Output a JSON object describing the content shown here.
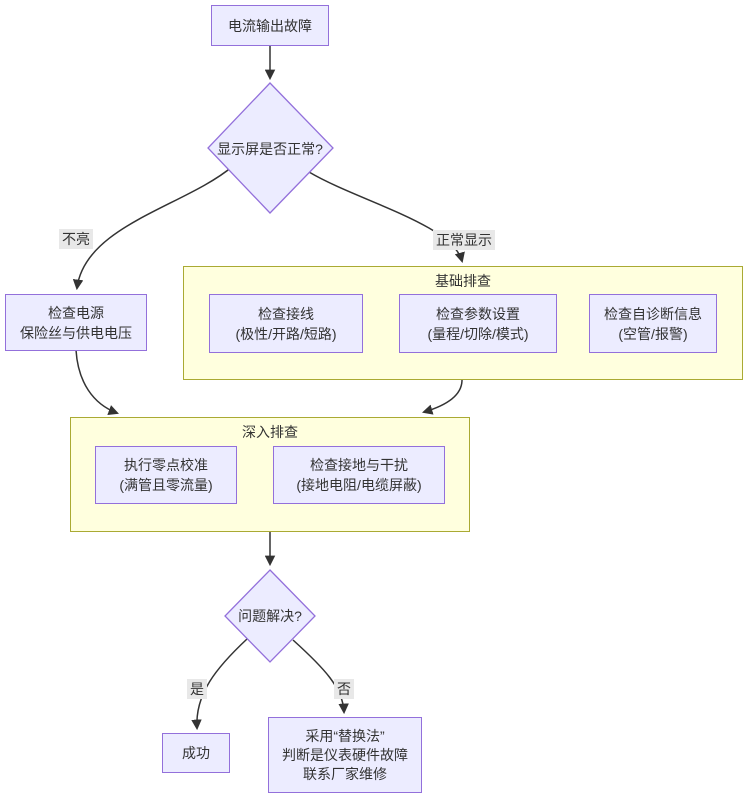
{
  "colors": {
    "background": "#FFFFFF",
    "node_fill": "#ECECFF",
    "node_border": "#9370DB",
    "cluster_fill": "#FFFFDE",
    "cluster_border": "#AAAA33",
    "edge": "#333333",
    "edge_label_bg": "#E8E8E8",
    "text": "#333333"
  },
  "nodes": {
    "start": {
      "label": "电流输出故障"
    },
    "display_check": {
      "label": "显示屏是否正常?"
    },
    "check_power": {
      "line1": "检查电源",
      "line2": "保险丝与供电电压"
    },
    "check_wiring": {
      "line1": "检查接线",
      "line2": "(极性/开路/短路)"
    },
    "check_params": {
      "line1": "检查参数设置",
      "line2": "(量程/切除/模式)"
    },
    "check_selfdiag": {
      "line1": "检查自诊断信息",
      "line2": "(空管/报警)"
    },
    "zero_calibration": {
      "line1": "执行零点校准",
      "line2": "(满管且零流量)"
    },
    "check_grounding": {
      "line1": "检查接地与干扰",
      "line2": "(接地电阻/电缆屏蔽)"
    },
    "problem_solved": {
      "label": "问题解决?"
    },
    "success": {
      "label": "成功"
    },
    "replacement": {
      "line1": "采用“替换法”",
      "line2": "判断是仪表硬件故障",
      "line3": "联系厂家维修"
    }
  },
  "clusters": {
    "basic": {
      "title": "基础排查"
    },
    "deep": {
      "title": "深入排查"
    }
  },
  "edge_labels": {
    "not_lit": "不亮",
    "normal_display": "正常显示",
    "yes": "是",
    "no": "否"
  }
}
